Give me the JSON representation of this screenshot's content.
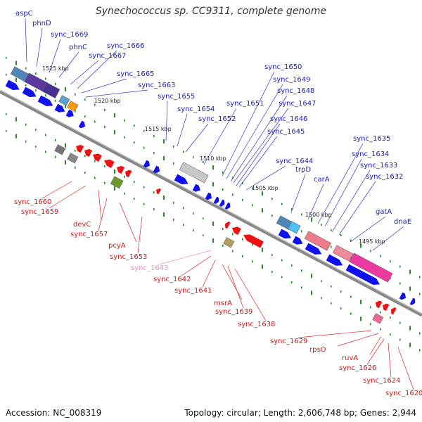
{
  "title": "Synechococcus sp. CC9311, complete genome",
  "footer": {
    "accession": "Accession: NC_008319",
    "summary": "Topology: circular; Length: 2,606,748 bp; Genes: 2,944"
  },
  "colors": {
    "forward_label": "#1a1acc",
    "reverse_label": "#dd1111",
    "faded_label": "#ee88bb",
    "backbone": "#888888",
    "tick": "#2a8a2a"
  },
  "kbp_labels": [
    "1525 kbp",
    "1520 kbp",
    "1515 kbp",
    "1510 kbp",
    "1505 kbp",
    "1500 kbp",
    "1495 kbp"
  ],
  "forward_labels": [
    "aspC",
    "phnD",
    "sync_1669",
    "phnC",
    "sync_1667",
    "sync_1666",
    "sync_1665",
    "sync_1663",
    "sync_1655",
    "sync_1654",
    "sync_1652",
    "sync_1651",
    "sync_1650",
    "sync_1649",
    "sync_1648",
    "sync_1647",
    "sync_1646",
    "sync_1645",
    "sync_1644",
    "trpD",
    "carA",
    "sync_1635",
    "sync_1634",
    "sync_1633",
    "sync_1632",
    "gatA",
    "dnaE"
  ],
  "reverse_labels": [
    "sync_1660",
    "sync_1659",
    "devC",
    "sync_1657",
    "pcyA",
    "sync_1653",
    "sync_1643",
    "sync_1642",
    "sync_1641",
    "msrA",
    "sync_1639",
    "sync_1638",
    "sync_1629",
    "rpsO",
    "ruvA",
    "sync_1626",
    "sync_1624",
    "sync_1620"
  ]
}
